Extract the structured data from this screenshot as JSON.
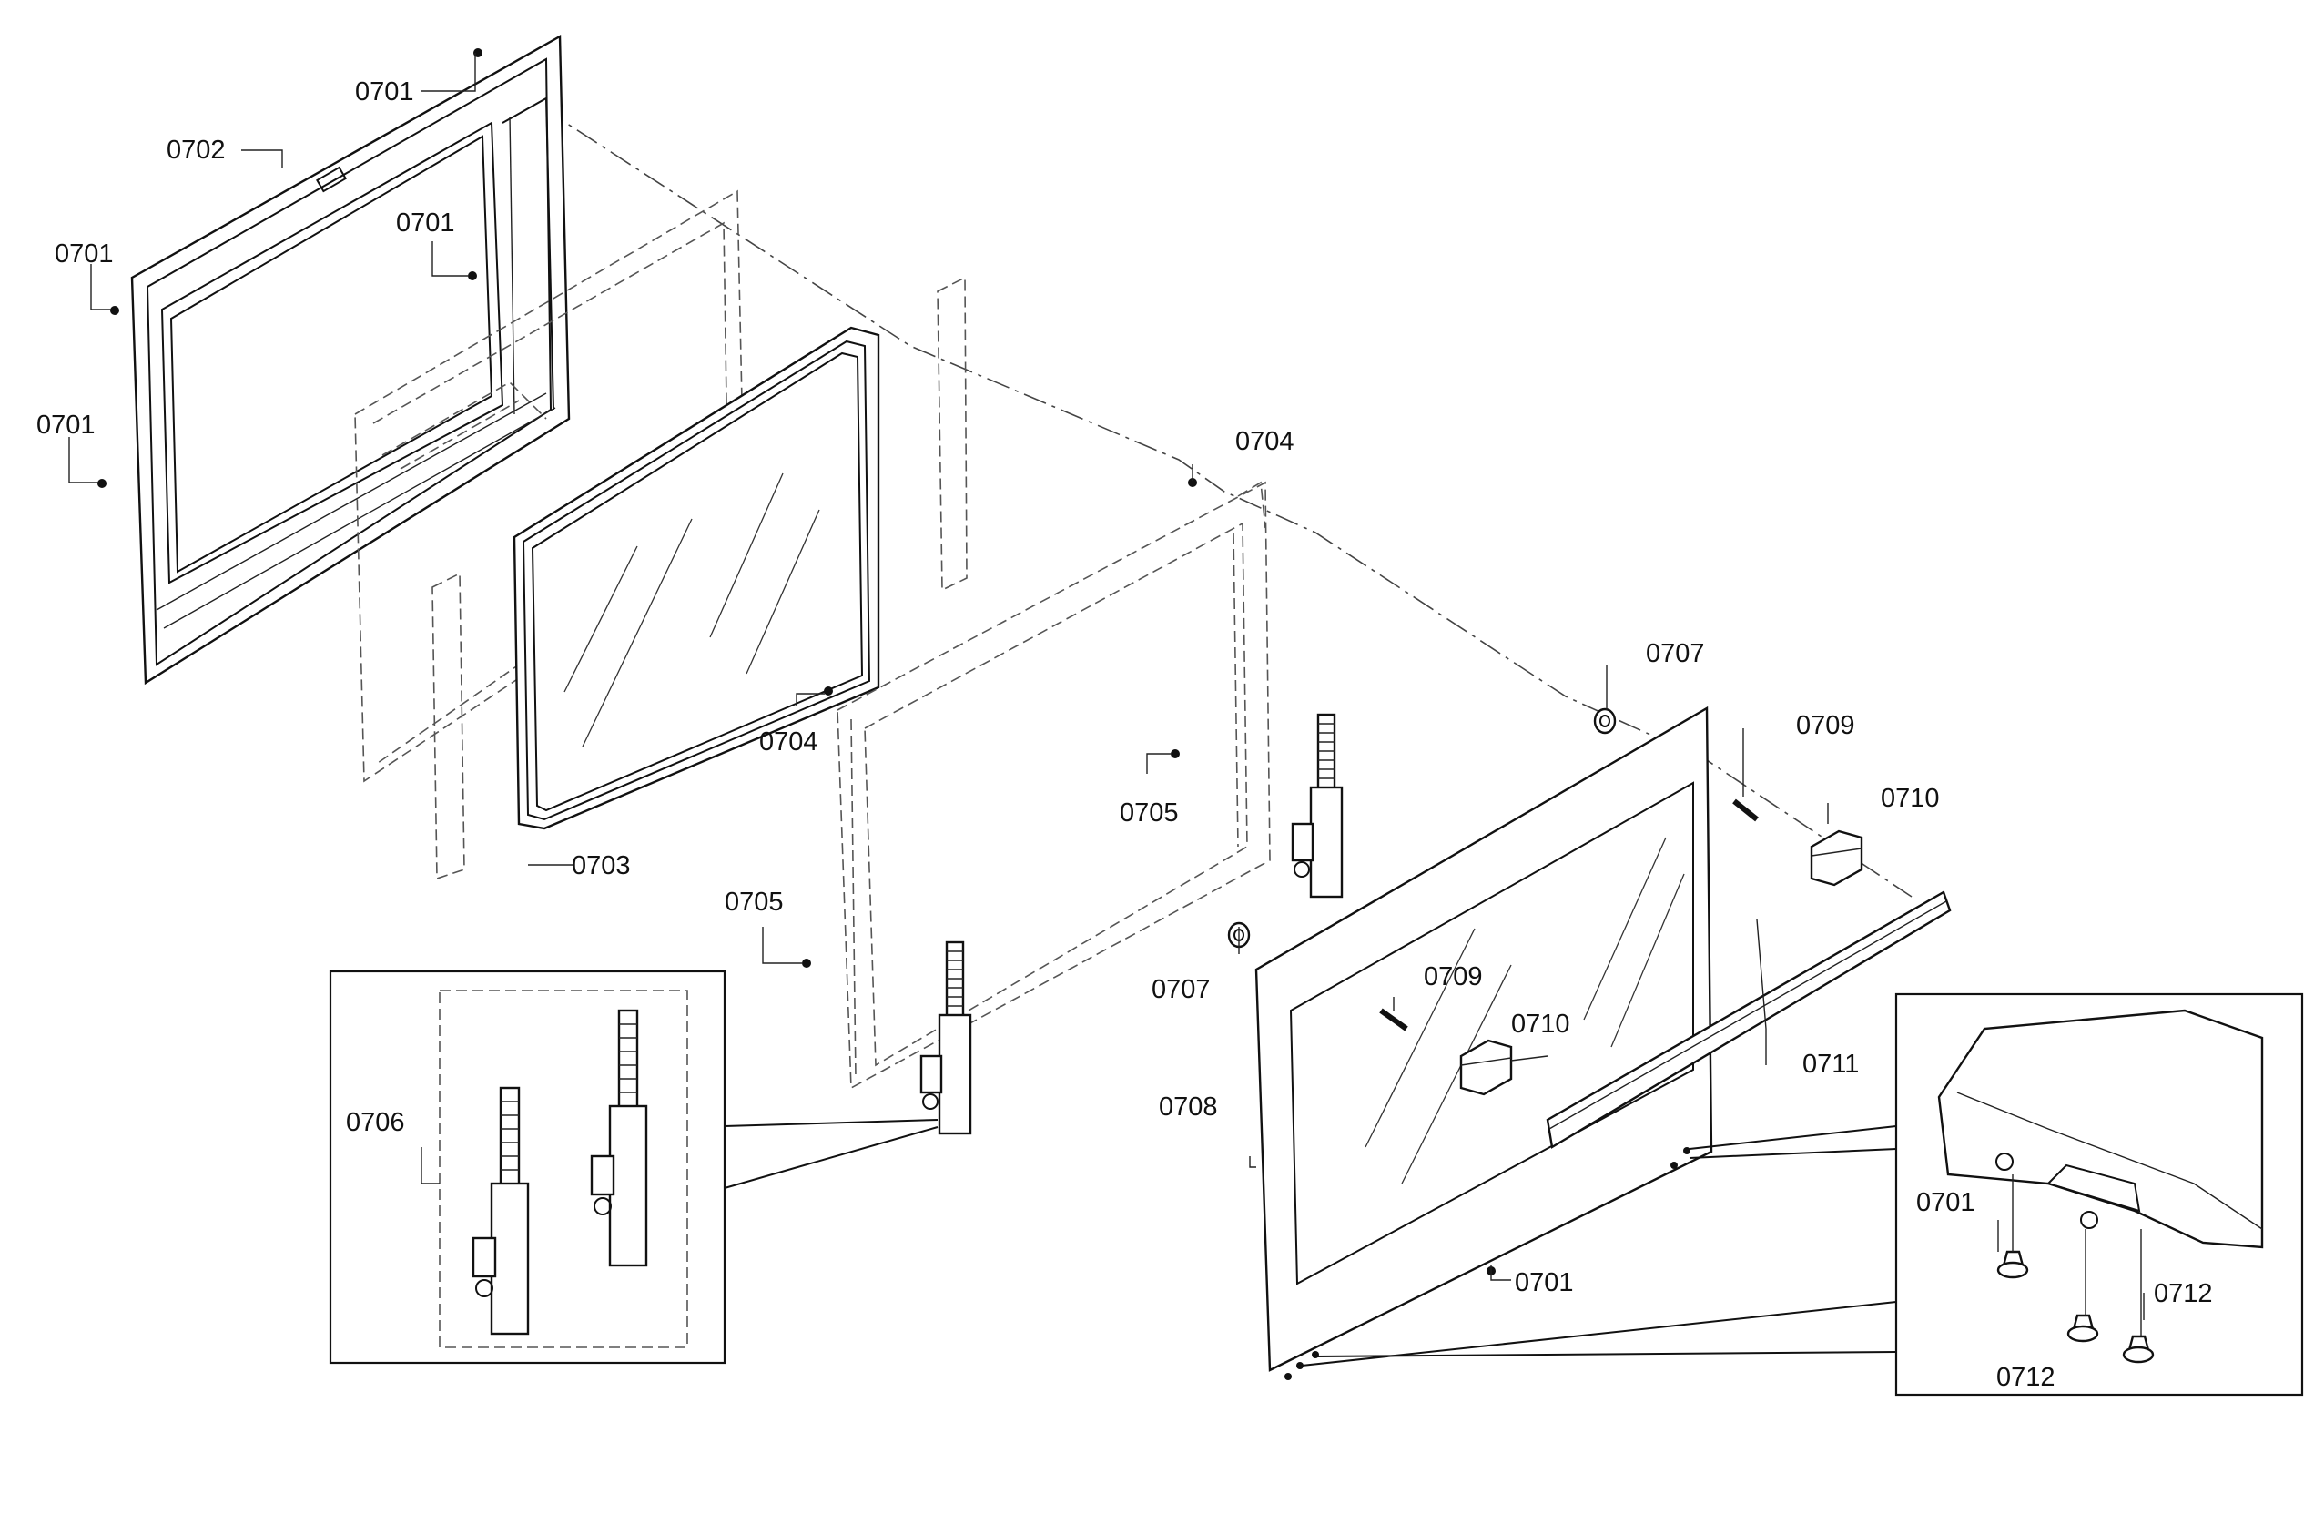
{
  "labels": {
    "l0701_top": "0701",
    "l0702": "0702",
    "l0701_left1": "0701",
    "l0701_mid": "0701",
    "l0701_left2": "0701",
    "l0704_top": "0704",
    "l0704_mid": "0704",
    "l0703": "0703",
    "l0705_right": "0705",
    "l0705_left": "0705",
    "l0707_top": "0707",
    "l0709_top": "0709",
    "l0710_top": "0710",
    "l0707_mid": "0707",
    "l0709_mid": "0709",
    "l0710_mid": "0710",
    "l0711": "0711",
    "l0708": "0708",
    "l0706": "0706",
    "l0701_bottom": "0701",
    "l0701_inset": "0701",
    "l0712_right": "0712",
    "l0712_bottom": "0712"
  }
}
